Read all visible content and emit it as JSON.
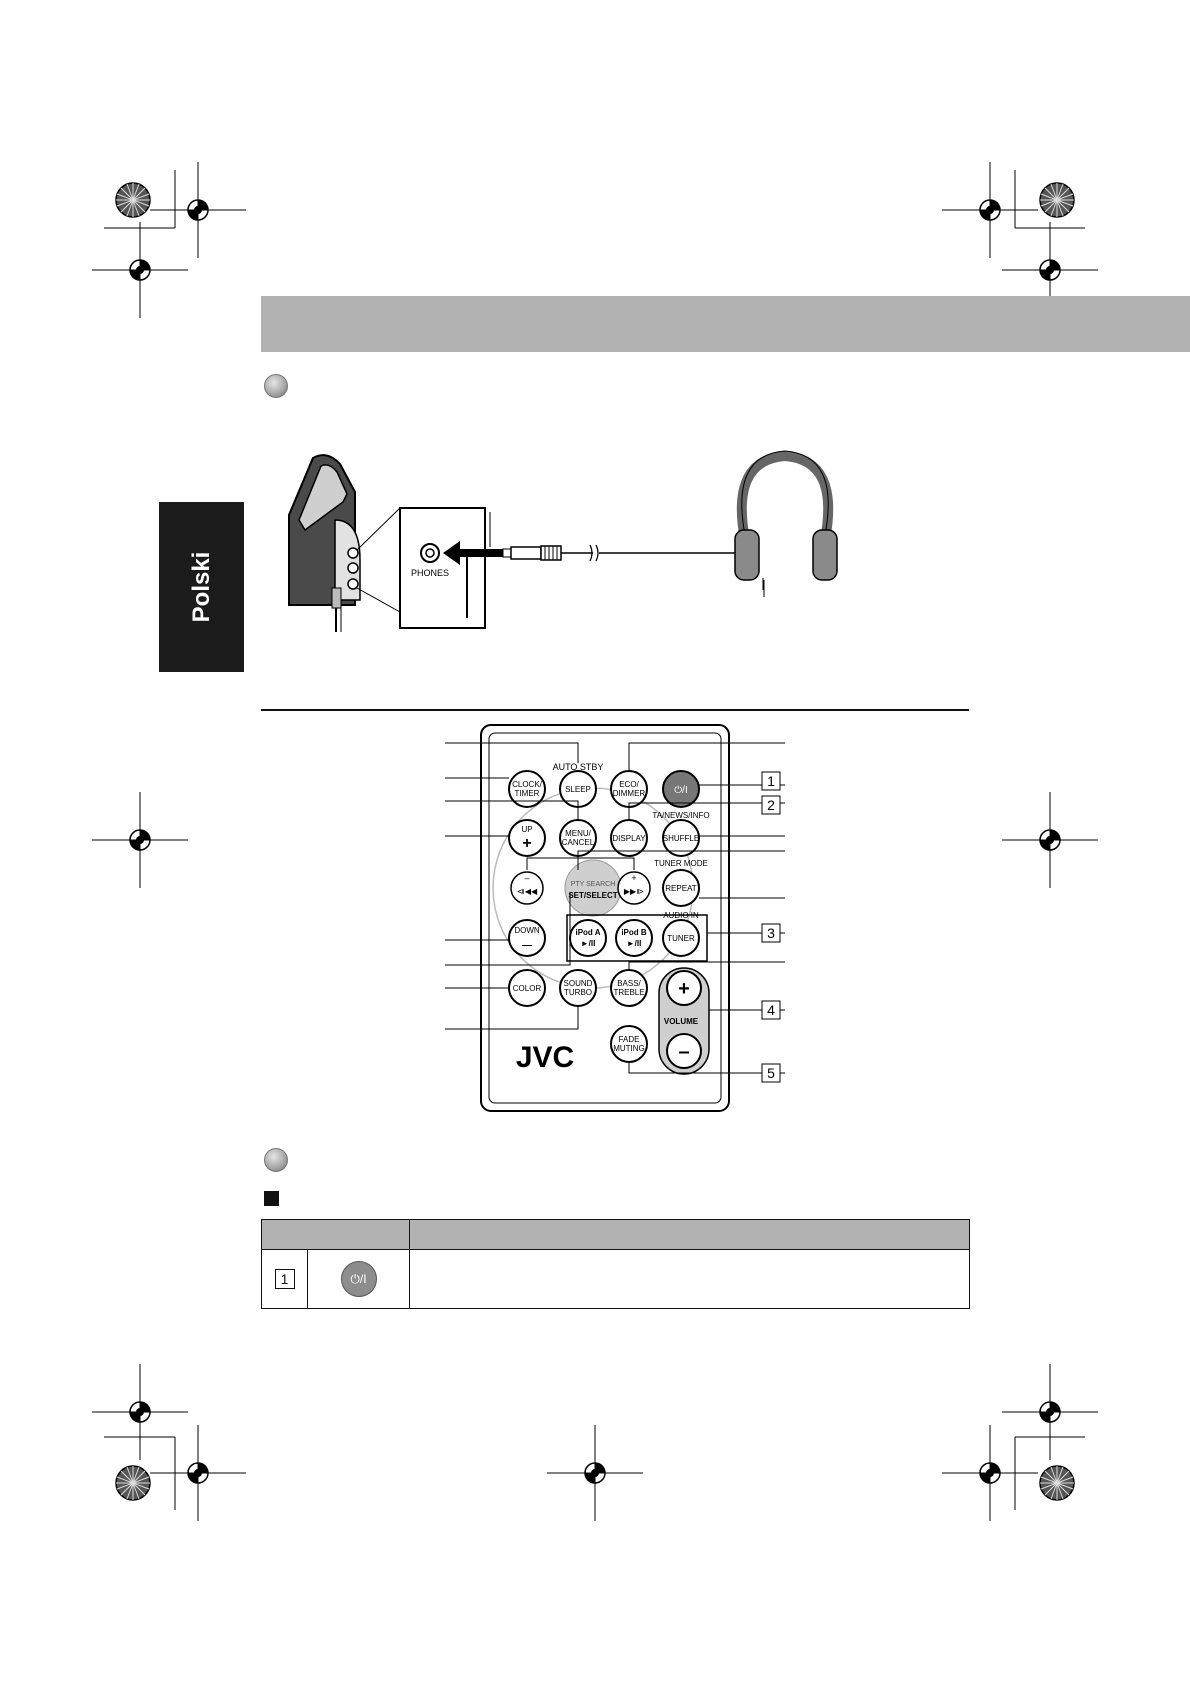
{
  "sidebar_tab": {
    "label": "Polski"
  },
  "connection_figure": {
    "jack_label": "PHONES"
  },
  "remote": {
    "brand": "JVC",
    "labels": {
      "auto_stby": "AUTO STBY",
      "ta_news_info": "TA/NEWS/INFO",
      "tuner_mode": "TUNER MODE",
      "pty_search": "PTY SEARCH",
      "audio_in": "AUDIO IN",
      "volume": "VOLUME"
    },
    "buttons": {
      "clock_timer": [
        "CLOCK/",
        "TIMER"
      ],
      "sleep": "SLEEP",
      "eco_dimmer": [
        "ECO/",
        "DIMMER"
      ],
      "power": "⏻/I",
      "up": [
        "UP",
        "+"
      ],
      "menu_cancel": [
        "MENU/",
        "CANCEL"
      ],
      "display": "DISPLAY",
      "shuffle": "SHUFFLE",
      "prev": "⧏◀◀",
      "set_select": "SET/SELECT",
      "next": "▶▶⧐",
      "repeat": "REPEAT",
      "down": [
        "DOWN",
        "—"
      ],
      "ipod_a": [
        "iPod A",
        "►/II"
      ],
      "ipod_b": [
        "iPod B",
        "►/II"
      ],
      "tuner": "TUNER",
      "color": "COLOR",
      "sound_turbo": [
        "SOUND",
        "TURBO"
      ],
      "bass_treble": [
        "BASS/",
        "TREBLE"
      ],
      "fade_muting": [
        "FADE",
        "MUTING"
      ],
      "vol_plus": "+",
      "vol_minus": "–"
    },
    "callouts": [
      "1",
      "2",
      "3",
      "4",
      "5"
    ],
    "prev_sign": "–",
    "next_sign": "+"
  },
  "table": {
    "row1_number": "1",
    "row1_icon": "⏻/I"
  },
  "icons": [
    "registration-mark-icon",
    "starburst-icon",
    "headphones-icon",
    "power-icon"
  ]
}
